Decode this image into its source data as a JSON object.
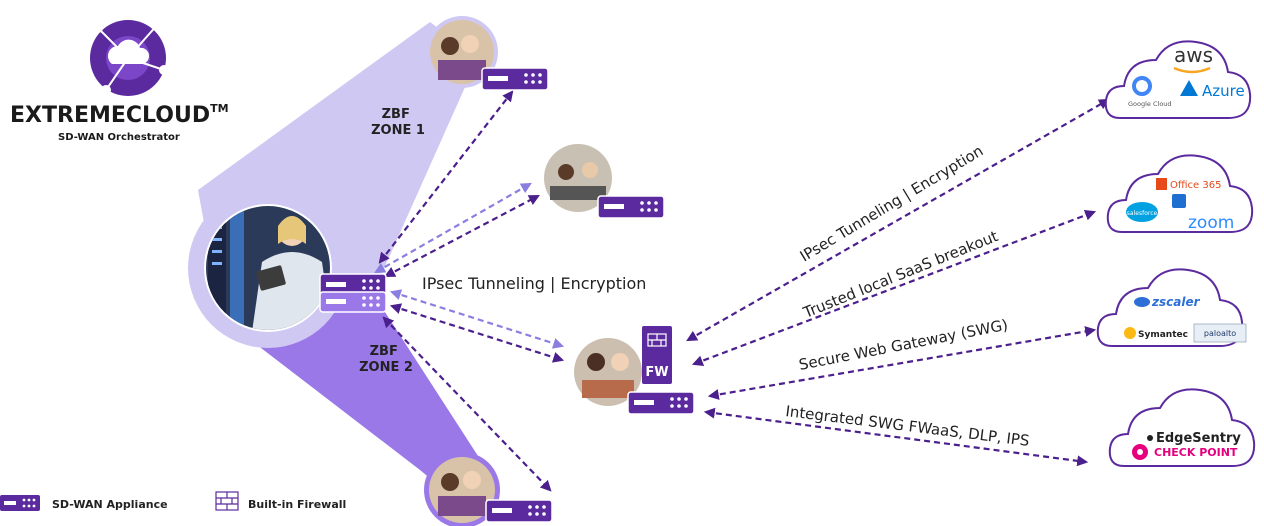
{
  "brand": {
    "name": "EXTREMECLOUD",
    "trademark": "TM",
    "subtitle": "SD-WAN Orchestrator"
  },
  "zones": {
    "zone1": [
      "ZBF",
      "ZONE 1"
    ],
    "zone2": [
      "ZBF",
      "ZONE 2"
    ]
  },
  "labels": {
    "tunnel_center": "IPsec Tunneling | Encryption",
    "tunnel_diag": "IPsec Tunneling | Encryption",
    "saas": "Trusted local SaaS breakout",
    "swg": "Secure Web Gateway (SWG)",
    "integrated": "Integrated SWG FWaaS, DLP, IPS",
    "fw": "FW"
  },
  "clouds": {
    "c1": {
      "aws": "aws",
      "azure": "Azure",
      "google": "Google Cloud"
    },
    "c2": {
      "office": "Office 365",
      "salesforce": "salesforce",
      "zoom": "zoom"
    },
    "c3": {
      "zscaler": "zscaler",
      "symantec": "Symantec",
      "paloalto": "paloalto"
    },
    "c4": {
      "edgesentry": "EdgeSentry",
      "checkpoint": "CHECK POINT"
    }
  },
  "legend": {
    "appliance": "SD-WAN Appliance",
    "firewall": "Built-in Firewall"
  },
  "colors": {
    "purple": "#5b2a9e",
    "zone_light": "#cfc8f3",
    "zone_dark": "#9a78e8",
    "arrow_dark": "#4b1f8c",
    "arrow_light": "#8a7fe0"
  }
}
